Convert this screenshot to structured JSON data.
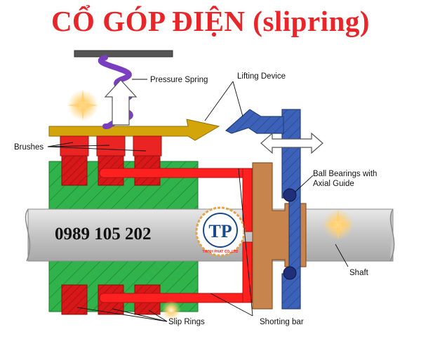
{
  "title": "CỔ GÓP ĐIỆN (slipring)",
  "phone": "0989 105 202",
  "labels": {
    "pressure_spring": "Pressure Spring",
    "lifting_device": "Lifting Device",
    "brushes": "Brushes",
    "ball_bearings_line1": "Ball Bearings with",
    "ball_bearings_line2": "Axial Guide",
    "shaft": "Shaft",
    "slip_rings": "Slip Rings",
    "shorting_bar": "Shorting bar"
  },
  "logo": {
    "initials": "TP",
    "company": "THINH PHAT CO.,LTD"
  },
  "colors": {
    "title": "#e8262a",
    "green_body": "#2fb34a",
    "red_ring": "#e21a1a",
    "blue_guide": "#3b62b8",
    "gold_bar": "#d4a50a",
    "copper": "#c8844d",
    "shaft": "#c9c9c9",
    "spring": "#7a3fc0"
  }
}
